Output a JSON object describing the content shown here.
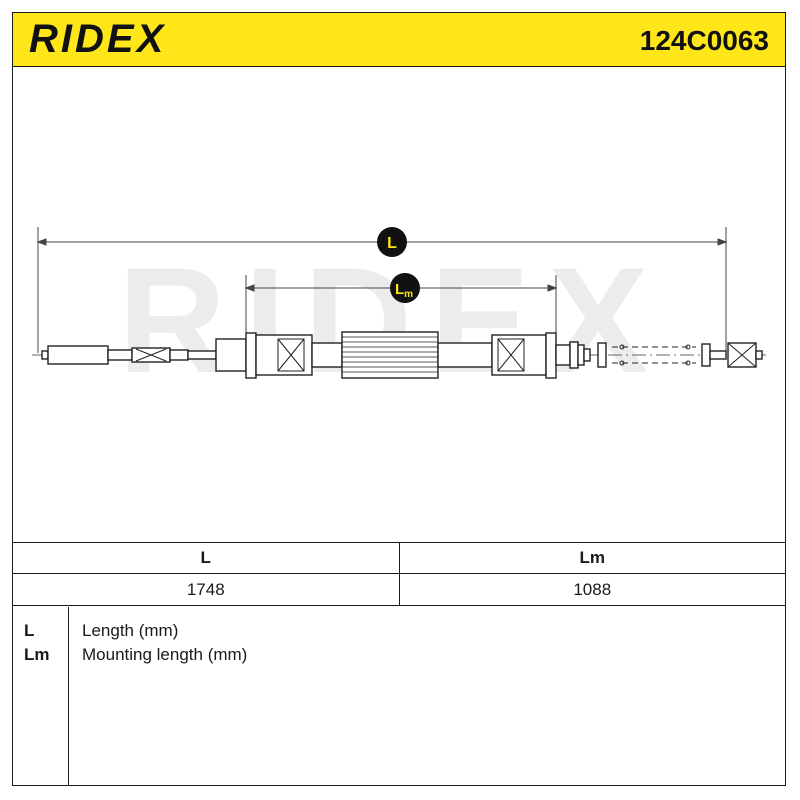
{
  "header": {
    "brand": "RIDEX",
    "part_number": "124C0063",
    "background": "#ffe619"
  },
  "drawing": {
    "watermark": "RIDEX",
    "dimensions": [
      {
        "symbol": "L",
        "sub": ""
      },
      {
        "symbol": "L",
        "sub": "m"
      }
    ]
  },
  "table": {
    "headers": [
      "L",
      "Lm"
    ],
    "values": [
      "1748",
      "1088"
    ]
  },
  "legend": {
    "items": [
      {
        "symbol": "L",
        "description": "Length (mm)"
      },
      {
        "symbol": "Lm",
        "description": "Mounting length (mm)"
      }
    ]
  }
}
